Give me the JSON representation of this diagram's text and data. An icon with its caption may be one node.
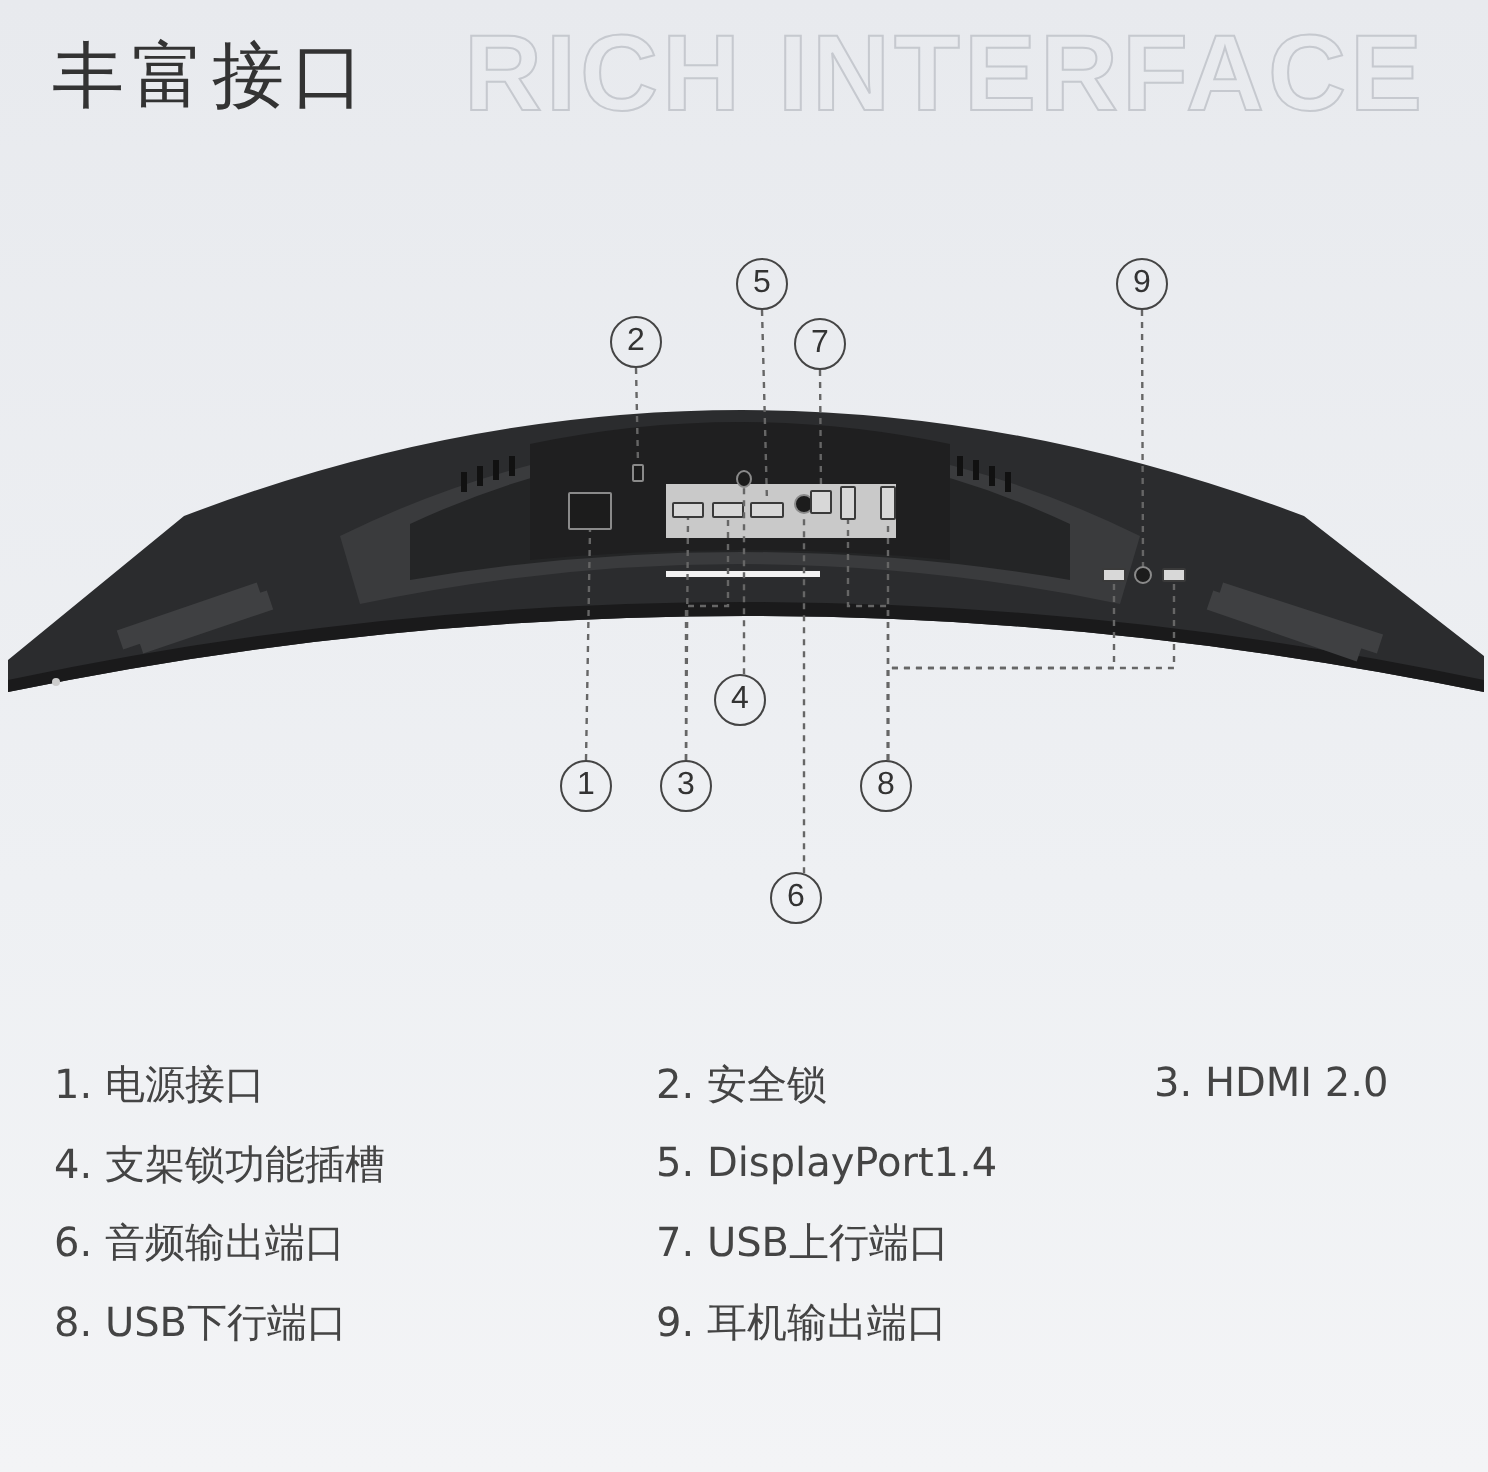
{
  "diagram": {
    "title": "丰富接口",
    "nodes": [
      {
        "text": [
          "1"
        ]
      },
      {
        "text": [
          "2"
        ]
      },
      {
        "text": [
          "3"
        ]
      },
      {
        "text": [
          "4"
        ]
      },
      {
        "text": [
          "5"
        ]
      },
      {
        "text": [
          "6"
        ]
      },
      {
        "text": [
          "7"
        ]
      },
      {
        "text": [
          "8"
        ]
      },
      {
        "text": [
          "9"
        ]
      },
      {
        "text": [],
        "shape": "box"
      },
      {
        "text": [],
        "shape": "box"
      },
      {
        "text": [],
        "shape": "box"
      },
      {
        "text": [],
        "shape": "box"
      },
      {
        "text": [],
        "shape": "circle"
      },
      {
        "text": [],
        "shape": "box"
      },
      {
        "text": [],
        "shape": "circle"
      },
      {
        "text": [],
        "shape": "box"
      },
      {
        "text": [],
        "shape": "box"
      },
      {
        "text": [],
        "shape": "box"
      },
      {
        "text": [],
        "shape": "box"
      },
      {
        "text": [],
        "shape": "box"
      },
      {
        "text": [],
        "shape": "circle"
      }
    ],
    "edges": [
      {
        "from": 0,
        "to": 9,
        "arrow": "none",
        "style": "dashed"
      },
      {
        "from": 1,
        "to": 10,
        "arrow": "none",
        "style": "dashed"
      },
      {
        "from": 2,
        "to": 11,
        "arrow": "none",
        "style": "dashed"
      },
      {
        "from": 2,
        "to": 12,
        "arrow": "none",
        "style": "dashed"
      },
      {
        "from": 3,
        "to": 13,
        "arrow": "none",
        "style": "dashed"
      },
      {
        "from": 4,
        "to": 14,
        "arrow": "none",
        "style": "dashed"
      },
      {
        "from": 5,
        "to": 15,
        "arrow": "none",
        "style": "dashed"
      },
      {
        "from": 6,
        "to": 16,
        "arrow": "none",
        "style": "dashed"
      },
      {
        "from": 7,
        "to": 18,
        "arrow": "none",
        "style": "dashed"
      },
      {
        "from": 7,
        "to": 17,
        "arrow": "none",
        "style": "dashed"
      },
      {
        "from": 7,
        "to": 19,
        "arrow": "none",
        "style": "dashed"
      },
      {
        "from": 7,
        "to": 20,
        "arrow": "none",
        "style": "dashed"
      },
      {
        "from": 8,
        "to": 21,
        "arrow": "none",
        "style": "dashed"
      }
    ],
    "labels": [
      "RICH INTERFACE",
      "1. 电源接口",
      "2. 安全锁",
      "3. HDMI 2.0",
      "4. 支架锁功能插槽",
      "5. DisplayPort1.4",
      "6. 音频输出端口",
      "7. USB上行端口",
      "8. USB下行端口",
      "9. 耳机输出端口"
    ]
  }
}
